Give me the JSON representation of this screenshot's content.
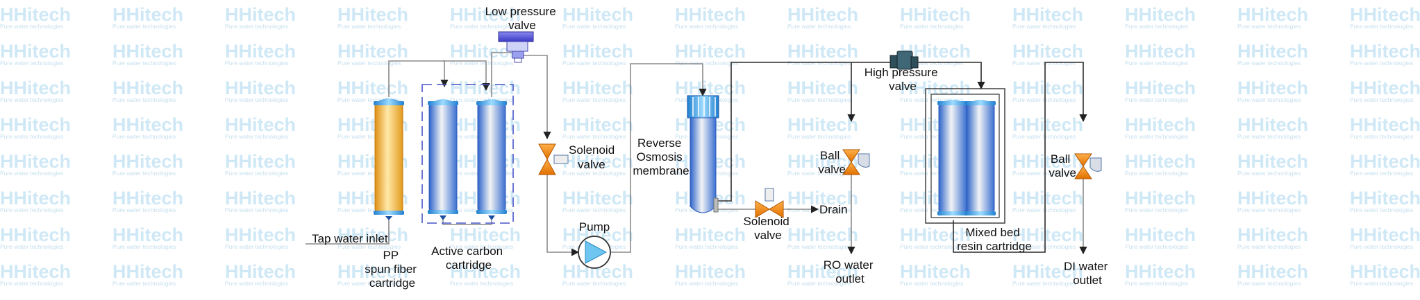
{
  "watermark": {
    "brand": "HHitech",
    "tagline": "Pure water technologies"
  },
  "labels": {
    "low_pressure_valve": [
      "Low pressure",
      "valve"
    ],
    "high_pressure_valve": [
      "High pressure",
      "valve"
    ],
    "solenoid_valve_1": [
      "Solenoid",
      "valve"
    ],
    "solenoid_valve_2": [
      "Solenoid",
      "valve"
    ],
    "reverse_osmosis": [
      "Reverse",
      "Osmosis",
      "membrane"
    ],
    "ball_valve_1": [
      "Ball",
      "valve"
    ],
    "ball_valve_2": [
      "Ball",
      "valve"
    ],
    "pump": [
      "Pump"
    ],
    "drain": [
      "Drain"
    ],
    "tap_water_inlet": [
      "Tap water inlet"
    ],
    "pp_cartridge": [
      "PP",
      "spun fiber",
      "cartridge"
    ],
    "active_carbon": [
      "Active carbon",
      "cartridge"
    ],
    "ro_outlet": [
      "RO water",
      "outlet"
    ],
    "mixed_bed": [
      "Mixed bed",
      "resin cartridge"
    ],
    "di_outlet": [
      "DI water",
      "outlet"
    ]
  },
  "colors": {
    "pp_cartridge": "#f5b83d",
    "carbon_cartridge": "#3a7dd6",
    "valve_orange": "#f08a12",
    "pump_blue": "#6ec6f0",
    "watermark": "#cfe8f6",
    "pipe": "#8a8a8a"
  }
}
